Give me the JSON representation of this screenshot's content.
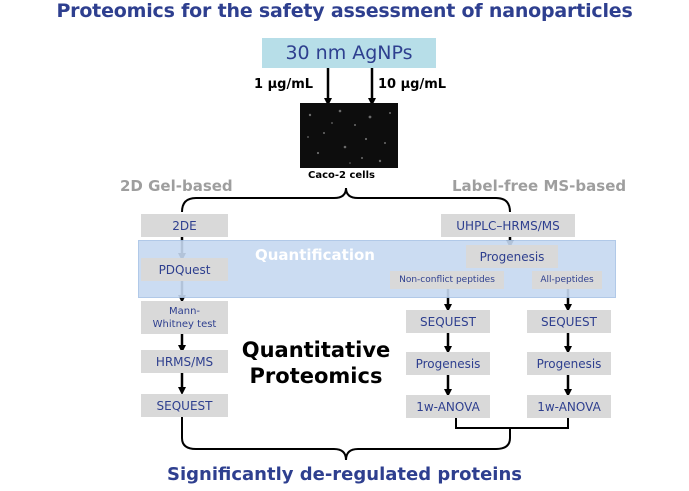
{
  "title": "Proteomics for the safety assessment of nanoparticles",
  "top_box": "30 nm AgNPs",
  "dose_low": "1 µg/mL",
  "dose_high": "10 µg/mL",
  "cells_label": "Caco-2 cells",
  "branch_left": "2D Gel-based",
  "branch_right": "Label-free MS-based",
  "quantification": "Quantification",
  "left_steps": [
    "2DE",
    "PDQuest",
    "Mann-\nWhitney test",
    "HRMS/MS",
    "SEQUEST"
  ],
  "right_top": "UHPLC–HRMS/MS",
  "right_progenesis": "Progenesis",
  "right_a_label": "Non-conflict peptides",
  "right_b_label": "All-peptides",
  "right_a_steps": [
    "SEQUEST",
    "Progenesis",
    "1w-ANOVA"
  ],
  "right_b_steps": [
    "SEQUEST",
    "Progenesis",
    "1w-ANOVA"
  ],
  "center_label_1": "Quantitative",
  "center_label_2": "Proteomics",
  "bottom_label": "Significantly de-regulated proteins",
  "colors": {
    "title": "#2e3f8f",
    "box_fill": "#d9d9d9",
    "quant_band": "#c6d9f1",
    "quant_text": "#ffffff",
    "branch_gray": "#9e9e9e",
    "top_box_fill": "#b7dee8"
  }
}
